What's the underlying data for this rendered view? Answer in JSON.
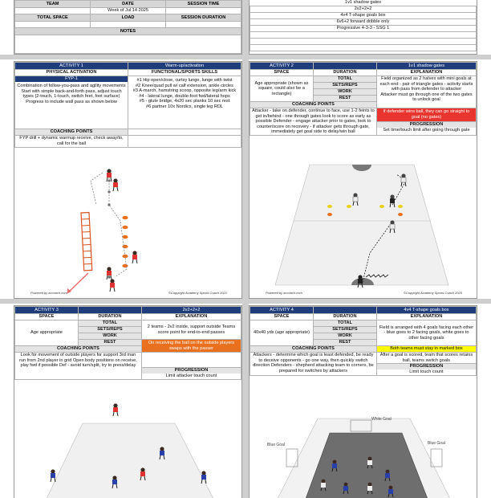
{
  "header": {
    "labels": {
      "team": "TEAM",
      "date": "DATE",
      "session_time": "SESSION TIME",
      "total_space": "TOTAL SPACE",
      "load": "LOAD",
      "session_duration": "SESSION DURATION",
      "notes": "NOTES"
    },
    "date_value": "Week of Jul 14 2025"
  },
  "program_list": [
    "1v1 shadow gates",
    "2v2+2+2",
    "4v4 T-shape goals box",
    "6v6+2 forward dribble only",
    "Progressive 4-3-3 - SSG 1"
  ],
  "labels": {
    "space": "SPACE",
    "duration": "DURATION",
    "explanation": "EXPLANATION",
    "total": "TOTAL",
    "sets_reps": "SETS/REPS",
    "work": "WORK",
    "rest": "REST",
    "coaching_points": "COACHING POINTS",
    "progression": "PROGRESSION",
    "physical_activation": "PHYSICAL ACTIVATION",
    "functional_skills": "FUNCTIONAL/SPORTS SKILLS"
  },
  "activity1": {
    "title": "ACTIVITY 1",
    "name": "Warm-up/activation",
    "fyp": "FYP-1",
    "physical": "Combination of follow-you-pass and agility movements Start with simple back-and-forth pass, adjust touch types (2-touch, 1-touch, switch feet, foot surface) Progress to include wall pass as shown below",
    "functional": [
      "#1 Hip open/close, curtsy lunge, lunge with twist",
      "#2 Knee/quad pull w/ calf extension, ankle circles",
      "#3 A-march, hamstring scoop, opposite leg/arm kick",
      "#4 - lateral lunge, double-foot fwd/lateral hops",
      "#5 - glute bridge, 4x20 sec planks 10 sec rest",
      "#6 partner 10x Nordics, single leg RDL"
    ],
    "coaching": "FYP drill + dynamic warmup receive, check away/to, call for the ball",
    "footer_left": "Powered by accoach.com",
    "footer_right": "©Copyright Academy Sports Coach 2021"
  },
  "activity2": {
    "title": "ACTIVITY 2",
    "name": "1v1 shadow gates",
    "space": "Age appropriate (shown as square, could also be a rectangle)",
    "explanation": "Field organized as 2 halves with mini goals at each end - pair of triangle gates - activity starts with pass from defender to attacker",
    "explanation2": "Attacker must go through one of the two gates to unlock goal",
    "highlight": "If defender wins ball, they can go straight to goal (no gates)",
    "coaching": "Attacker - take on defender, continue to face, use 1-2 feints to get in/behind - one through gates look to score as early as possible Defender - engage attacker prior to gates, look to counter/score on recovery - if attacker gets through gate, immediately get goal side to delay/win ball",
    "progression": "Set time/touch limit after going through gate",
    "footer_left": "Powered by accoach.com",
    "footer_right": "©Copyright Academy Sports Coach 2025"
  },
  "activity3": {
    "title": "ACTIVITY 3",
    "name": "2v2+2+2",
    "space": "Age appropriate",
    "explanation": "2 teams - 2v2 inside, support outside Teams score point for end-to-end passes",
    "highlight": "On receiving the ball on the outside players swaps with the passer",
    "coaching": "Look for movement of outside players for support 3rd man run from 2nd player in grid Open body positions on receive, play fwd if possible Def - avoid turn/split, try to press/delay",
    "progression": "Limit attacker touch count"
  },
  "activity4": {
    "title": "ACTIVITY 4",
    "name": "4v4 T-shape goals box",
    "space": "40x40 yds (age appropriate)",
    "explanation": "Field is arranged with 4 goals facing each other - blue goes to 2 facing goals, white goes to other facing goals",
    "highlight": "Both teams must stay in marked box",
    "explanation2": "After a goal is scored, team that scores retains ball, teams switch goals",
    "coaching": "Attackers - determine which goal is least defended, be ready to deceive opponents - go one way, then quickly switch direction Defenders - shepherd attacking team to corners, be prepared for switches by attackers",
    "progression": "Limit touch count",
    "goal_labels": {
      "white": "White Goal",
      "blue_left": "Blue Goal",
      "blue_right": "Blue Goal"
    }
  }
}
